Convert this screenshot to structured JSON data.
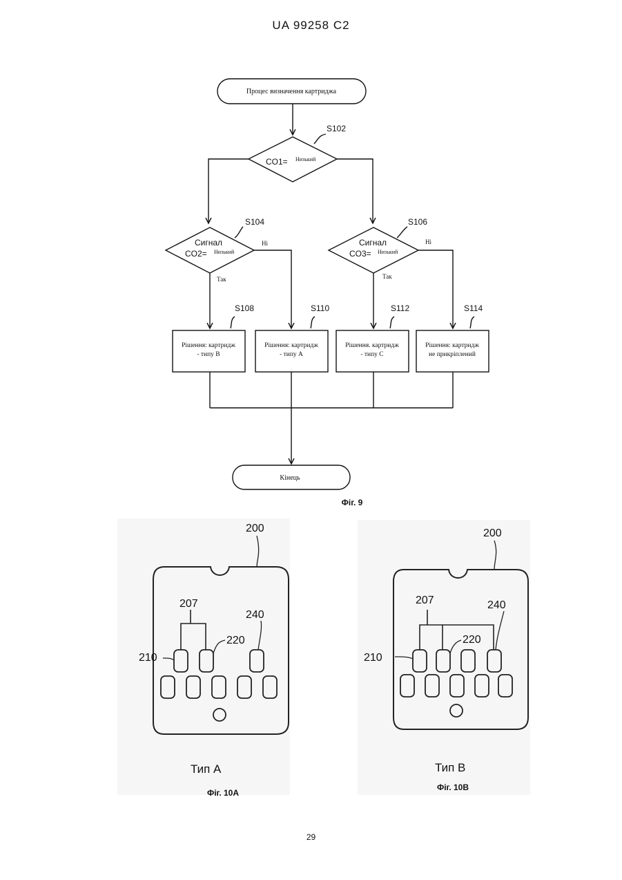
{
  "header": {
    "patent_id": "UA   99258   C2"
  },
  "page_number": "29",
  "fig9": {
    "caption": "Фіг. 9",
    "start": "Процес визначення картриджа",
    "end": "Кінець",
    "s102": {
      "step": "S102",
      "cond_a": "CO1=",
      "cond_b": "Низький"
    },
    "s104": {
      "step": "S104",
      "line1": "Сигнал",
      "line2a": "CO2=",
      "line2b": "Низький",
      "no": "Ні",
      "yes": "Так"
    },
    "s106": {
      "step": "S106",
      "line1": "Сигнал",
      "line2a": "CO3=",
      "line2b": "Низький",
      "no": "Ні",
      "yes": "Так"
    },
    "s108": {
      "step": "S108",
      "line1": "Рішення: картридж",
      "line2": "- типу В"
    },
    "s110": {
      "step": "S110",
      "line1": "Рішення: картридж",
      "line2": "- типу А"
    },
    "s112": {
      "step": "S112",
      "line1": "Рішення. картридж",
      "line2": "- типу С"
    },
    "s114": {
      "step": "S114",
      "line1": "Рішення: картридж",
      "line2": "не прикріплений"
    }
  },
  "fig10a": {
    "caption": "Фіг. 10А",
    "type_label": "Тип А",
    "ref_200": "200",
    "ref_207": "207",
    "ref_210": "210",
    "ref_220": "220",
    "ref_240": "240"
  },
  "fig10b": {
    "caption": "Фіг. 10В",
    "type_label": "Тип В",
    "ref_200": "200",
    "ref_207": "207",
    "ref_210": "210",
    "ref_220": "220",
    "ref_240": "240"
  }
}
